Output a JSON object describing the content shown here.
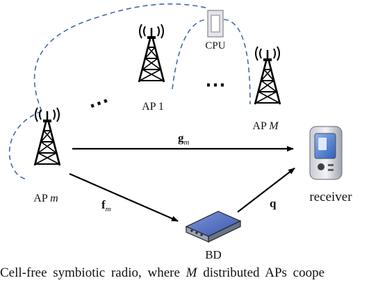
{
  "nodes": {
    "ap_1": "AP 1",
    "ap_M_prefix": "AP ",
    "ap_M_var": "M",
    "ap_m_prefix": "AP ",
    "ap_m_var": "m",
    "cpu": "CPU",
    "receiver": "receiver",
    "bd": "BD"
  },
  "links": {
    "g_main": "g",
    "g_sub": "m",
    "f_main": "f",
    "f_sub": "m",
    "q": "q"
  },
  "ellipsis": "⋯",
  "caption": {
    "text1": "Cell-free symbiotic radio, where ",
    "var": "M",
    "text2": " distributed APs coope"
  }
}
